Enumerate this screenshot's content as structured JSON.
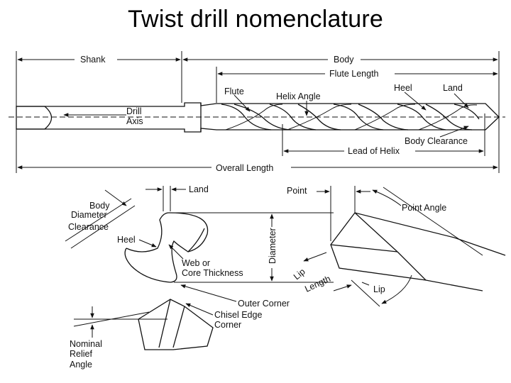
{
  "title": "Twist drill nomenclature",
  "labels": {
    "shank": "Shank",
    "body": "Body",
    "flute_length": "Flute Length",
    "flute": "Flute",
    "helix_angle": "Helix Angle",
    "heel_top": "Heel",
    "land_top": "Land",
    "drill": "Drill",
    "axis": "Axis",
    "body_clearance": "Body Clearance",
    "lead_of_helix": "Lead of Helix",
    "overall_length": "Overall Length",
    "body_l1": "Body",
    "body_l2": "Diameter",
    "body_l3": "Clearance",
    "land_bottom": "Land",
    "heel_bottom": "Heel",
    "web_l1": "Web or",
    "web_l2": "Core Thickness",
    "diameter": "Diameter",
    "point": "Point",
    "point_angle": "Point Angle",
    "lip_length_1": "Lip",
    "lip_length_2": "Length",
    "lip": "Lip",
    "outer_corner": "Outer Corner",
    "chisel_l1": "Chisel Edge",
    "chisel_l2": "Corner",
    "relief_l1": "Nominal",
    "relief_l2": "Relief",
    "relief_l3": "Angle"
  }
}
